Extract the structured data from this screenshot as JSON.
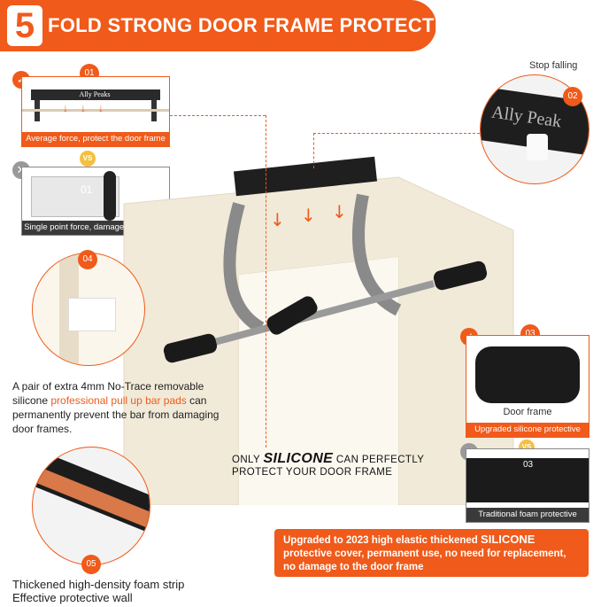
{
  "header": {
    "number": "5",
    "title": "FOLD STRONG DOOR FRAME PROTECTION"
  },
  "panel01": {
    "num": "01",
    "brand": "Ally Peaks",
    "caption": "Average force, protect the door frame"
  },
  "vs_label": "VS",
  "panel_single": {
    "num": "01",
    "caption": "Single point force, damage door frame"
  },
  "panel02": {
    "label": "Stop falling",
    "num": "02",
    "brand": "Ally Peak"
  },
  "panel04": {
    "num": "04",
    "text_a": "A pair of extra 4mm No-Trace removable silicone ",
    "text_highlight": "professional pull up bar pads",
    "text_b": " can permanently prevent the bar from damaging door frames."
  },
  "panel03": {
    "num": "03",
    "door_label": "Door frame",
    "caption": "Upgraded silicone protective"
  },
  "panel03b": {
    "num": "03",
    "caption": "Traditional foam protective"
  },
  "silicone_line": {
    "a": "ONLY ",
    "b": "SILICONE",
    "c": " CAN PERFECTLY",
    "d": "PROTECT YOUR DOOR FRAME"
  },
  "panel05": {
    "num": "05",
    "text": "Thickened high-density foam strip Effective protective wall"
  },
  "upgrade_box": {
    "a": "Upgraded to 2023 high elastic thickened ",
    "b": "SILICONE",
    "c": " protective cover, permanent use, no need for replacement,   no damage to the door frame"
  },
  "colors": {
    "accent": "#f05a1a",
    "dark": "#2a2a2a"
  }
}
